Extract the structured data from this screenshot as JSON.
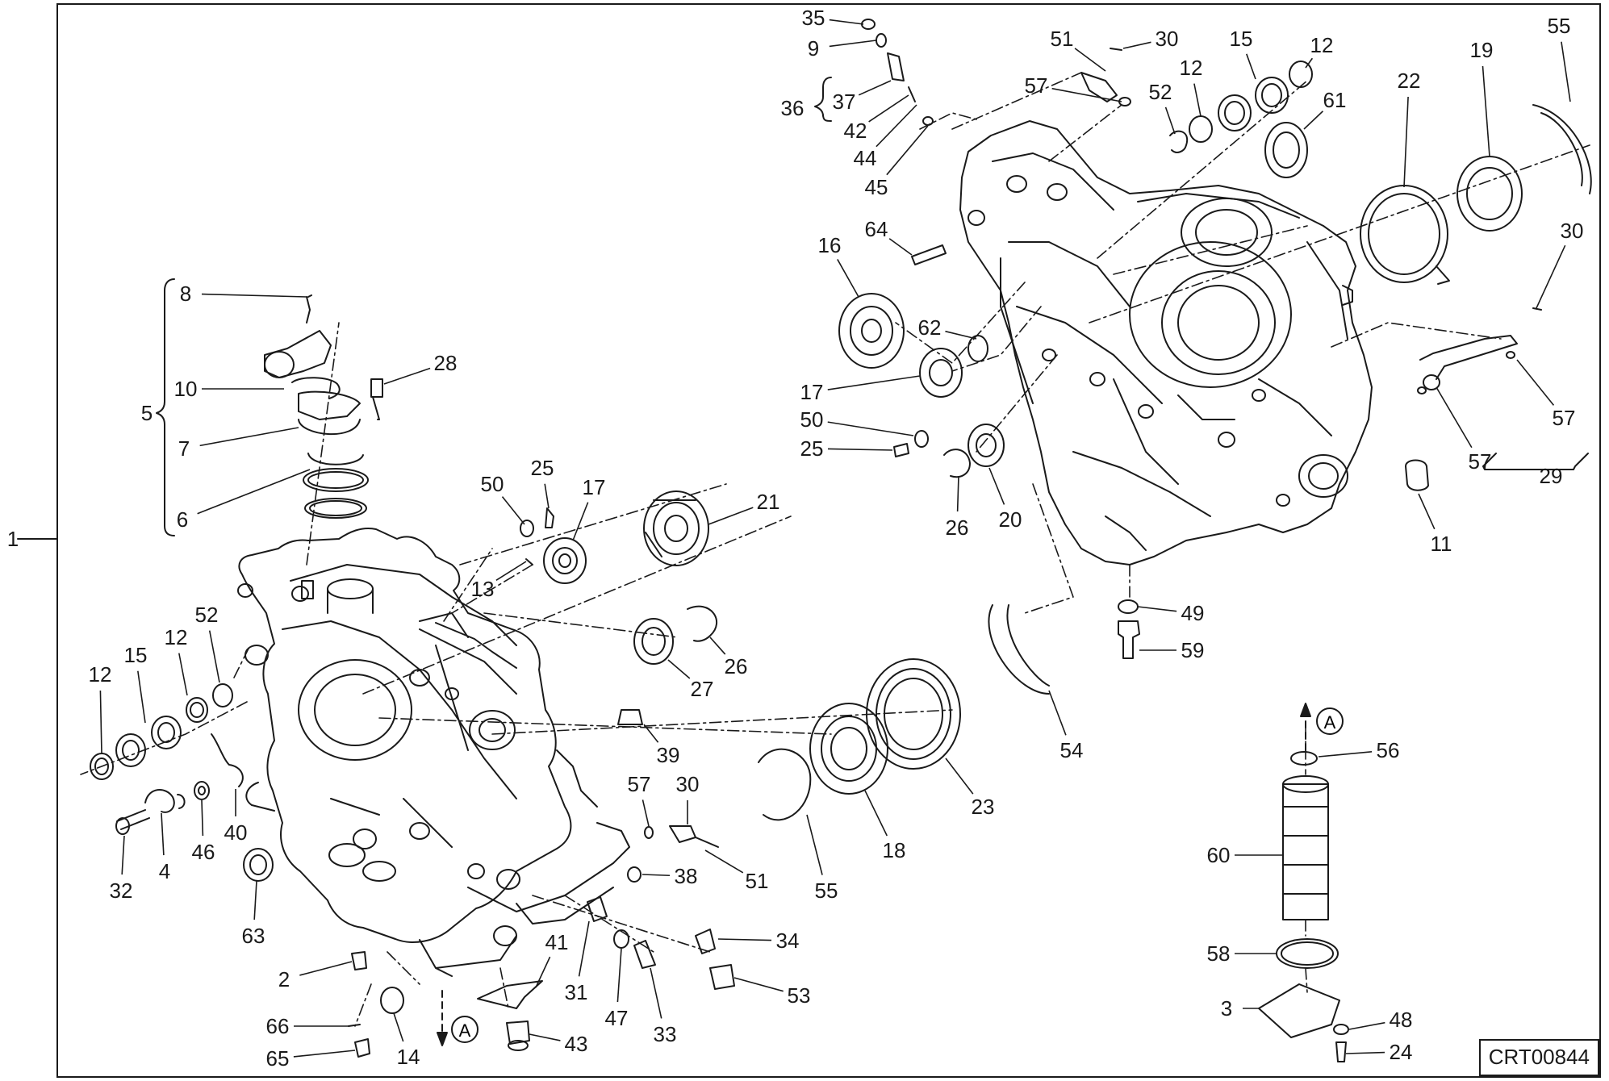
{
  "diagram": {
    "reference_code": "CRT00844",
    "assembly_ref": "A",
    "callouts": [
      {
        "id": "c1",
        "label": "1"
      },
      {
        "id": "c8",
        "label": "8"
      },
      {
        "id": "c5",
        "label": "5"
      },
      {
        "id": "c10",
        "label": "10"
      },
      {
        "id": "c28",
        "label": "28"
      },
      {
        "id": "c7",
        "label": "7"
      },
      {
        "id": "c6",
        "label": "6"
      },
      {
        "id": "c50a",
        "label": "50"
      },
      {
        "id": "c25a",
        "label": "25"
      },
      {
        "id": "c17a",
        "label": "17"
      },
      {
        "id": "c21",
        "label": "21"
      },
      {
        "id": "c13",
        "label": "13"
      },
      {
        "id": "c12a",
        "label": "12"
      },
      {
        "id": "c15a",
        "label": "15"
      },
      {
        "id": "c12b",
        "label": "12"
      },
      {
        "id": "c52a",
        "label": "52"
      },
      {
        "id": "c26a",
        "label": "26"
      },
      {
        "id": "c27",
        "label": "27"
      },
      {
        "id": "c39",
        "label": "39"
      },
      {
        "id": "c57a",
        "label": "57"
      },
      {
        "id": "c30a",
        "label": "30"
      },
      {
        "id": "c51a",
        "label": "51"
      },
      {
        "id": "c40",
        "label": "40"
      },
      {
        "id": "c46",
        "label": "46"
      },
      {
        "id": "c4",
        "label": "4"
      },
      {
        "id": "c32",
        "label": "32"
      },
      {
        "id": "c63",
        "label": "63"
      },
      {
        "id": "c38",
        "label": "38"
      },
      {
        "id": "c34",
        "label": "34"
      },
      {
        "id": "c53",
        "label": "53"
      },
      {
        "id": "c2",
        "label": "2"
      },
      {
        "id": "c31",
        "label": "31"
      },
      {
        "id": "c41",
        "label": "41"
      },
      {
        "id": "c47",
        "label": "47"
      },
      {
        "id": "c33",
        "label": "33"
      },
      {
        "id": "c66",
        "label": "66"
      },
      {
        "id": "c65",
        "label": "65"
      },
      {
        "id": "c14",
        "label": "14"
      },
      {
        "id": "c43",
        "label": "43"
      },
      {
        "id": "c55a",
        "label": "55"
      },
      {
        "id": "c18",
        "label": "18"
      },
      {
        "id": "c23",
        "label": "23"
      },
      {
        "id": "c54",
        "label": "54"
      },
      {
        "id": "c35",
        "label": "35"
      },
      {
        "id": "c9",
        "label": "9"
      },
      {
        "id": "c36",
        "label": "36"
      },
      {
        "id": "c37",
        "label": "37"
      },
      {
        "id": "c42",
        "label": "42"
      },
      {
        "id": "c44",
        "label": "44"
      },
      {
        "id": "c45",
        "label": "45"
      },
      {
        "id": "c51b",
        "label": "51"
      },
      {
        "id": "c30b",
        "label": "30"
      },
      {
        "id": "c57b",
        "label": "57"
      },
      {
        "id": "c52b",
        "label": "52"
      },
      {
        "id": "c12c",
        "label": "12"
      },
      {
        "id": "c15b",
        "label": "15"
      },
      {
        "id": "c12d",
        "label": "12"
      },
      {
        "id": "c61",
        "label": "61"
      },
      {
        "id": "c22",
        "label": "22"
      },
      {
        "id": "c19",
        "label": "19"
      },
      {
        "id": "c55b",
        "label": "55"
      },
      {
        "id": "c64",
        "label": "64"
      },
      {
        "id": "c16",
        "label": "16"
      },
      {
        "id": "c62",
        "label": "62"
      },
      {
        "id": "c17b",
        "label": "17"
      },
      {
        "id": "c50b",
        "label": "50"
      },
      {
        "id": "c25b",
        "label": "25"
      },
      {
        "id": "c26b",
        "label": "26"
      },
      {
        "id": "c20",
        "label": "20"
      },
      {
        "id": "c30c",
        "label": "30"
      },
      {
        "id": "c57c",
        "label": "57"
      },
      {
        "id": "c57d",
        "label": "57"
      },
      {
        "id": "c29",
        "label": "29"
      },
      {
        "id": "c11",
        "label": "11"
      },
      {
        "id": "c49",
        "label": "49"
      },
      {
        "id": "c59",
        "label": "59"
      },
      {
        "id": "c56",
        "label": "56"
      },
      {
        "id": "c60",
        "label": "60"
      },
      {
        "id": "c58",
        "label": "58"
      },
      {
        "id": "c3",
        "label": "3"
      },
      {
        "id": "c48",
        "label": "48"
      },
      {
        "id": "c24",
        "label": "24"
      }
    ]
  }
}
